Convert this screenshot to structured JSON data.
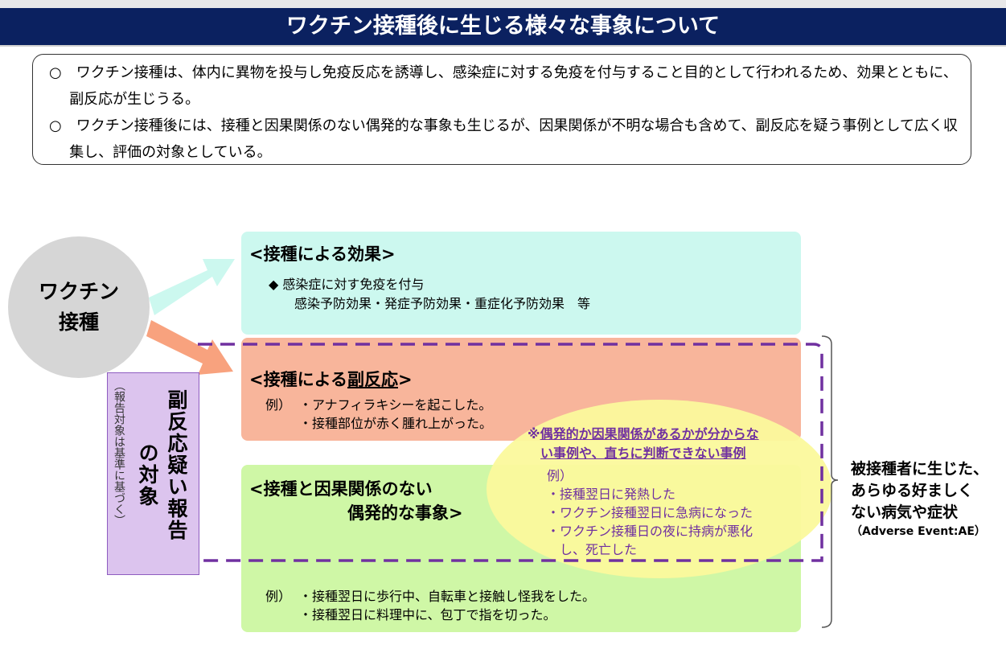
{
  "title": "ワクチン接種後に生じる様々な事象について",
  "intro": [
    "○　ワクチン接種は、体内に異物を投与し免疫反応を誘導し、感染症に対する免疫を付与すること目的として行われるため、効果とともに、副反応が生じうる。",
    "○　ワクチン接種後には、接種と因果関係のない偶発的な事象も生じるが、因果関係が不明な場合も含めて、副反応を疑う事例として広く収集し、評価の対象としている。"
  ],
  "circle": {
    "line1": "ワクチン",
    "line2": "接種"
  },
  "effect": {
    "title": "<接種による効果>",
    "bullet": "◆ 感染症に対す免疫を付与",
    "detail": "感染予防効果・発症予防効果・重症化予防効果　等"
  },
  "adverse": {
    "title_pre": "<接種による",
    "title_u": "副反応",
    "title_post": ">",
    "ex_label": "例）",
    "items": [
      "・アナフィラキシーを起こした。",
      "・接種部位が赤く腫れ上がった。"
    ]
  },
  "coincidental": {
    "title1": "<接種と因果関係のない",
    "title2": "偶発的な事象>",
    "ex_label": "例）",
    "items": [
      "・接種翌日に歩行中、自転車と接触し怪我をした。",
      "・接種翌日に料理中に、包丁で指を切った。"
    ]
  },
  "unclear": {
    "mark": "※",
    "title1": "偶発的か因果関係があるかが分からな",
    "title2": "い事例や、直ちに判断できない事例",
    "ex_label": "例）",
    "items": [
      "・接種翌日に発熱した",
      "・ワクチン接種翌日に急病になった",
      "・ワクチン接種日の夜に持病が悪化",
      "し、死亡した"
    ]
  },
  "report_label": {
    "main1": "副反応疑い報告",
    "main2": "の対象",
    "sub": "（報告対象は基準に基づく）"
  },
  "ae": {
    "lines": [
      "被接種者に生じた、",
      "あらゆる好ましく",
      "ない病気や症状"
    ],
    "en": "（Adverse Event:AE）"
  },
  "colors": {
    "navy": "#0b2160",
    "purple": "#7030a0",
    "cyan": "#ccf8ef",
    "salmon": "#f8b59b",
    "green": "#cff7a6",
    "yellow": "#fbf99c"
  }
}
